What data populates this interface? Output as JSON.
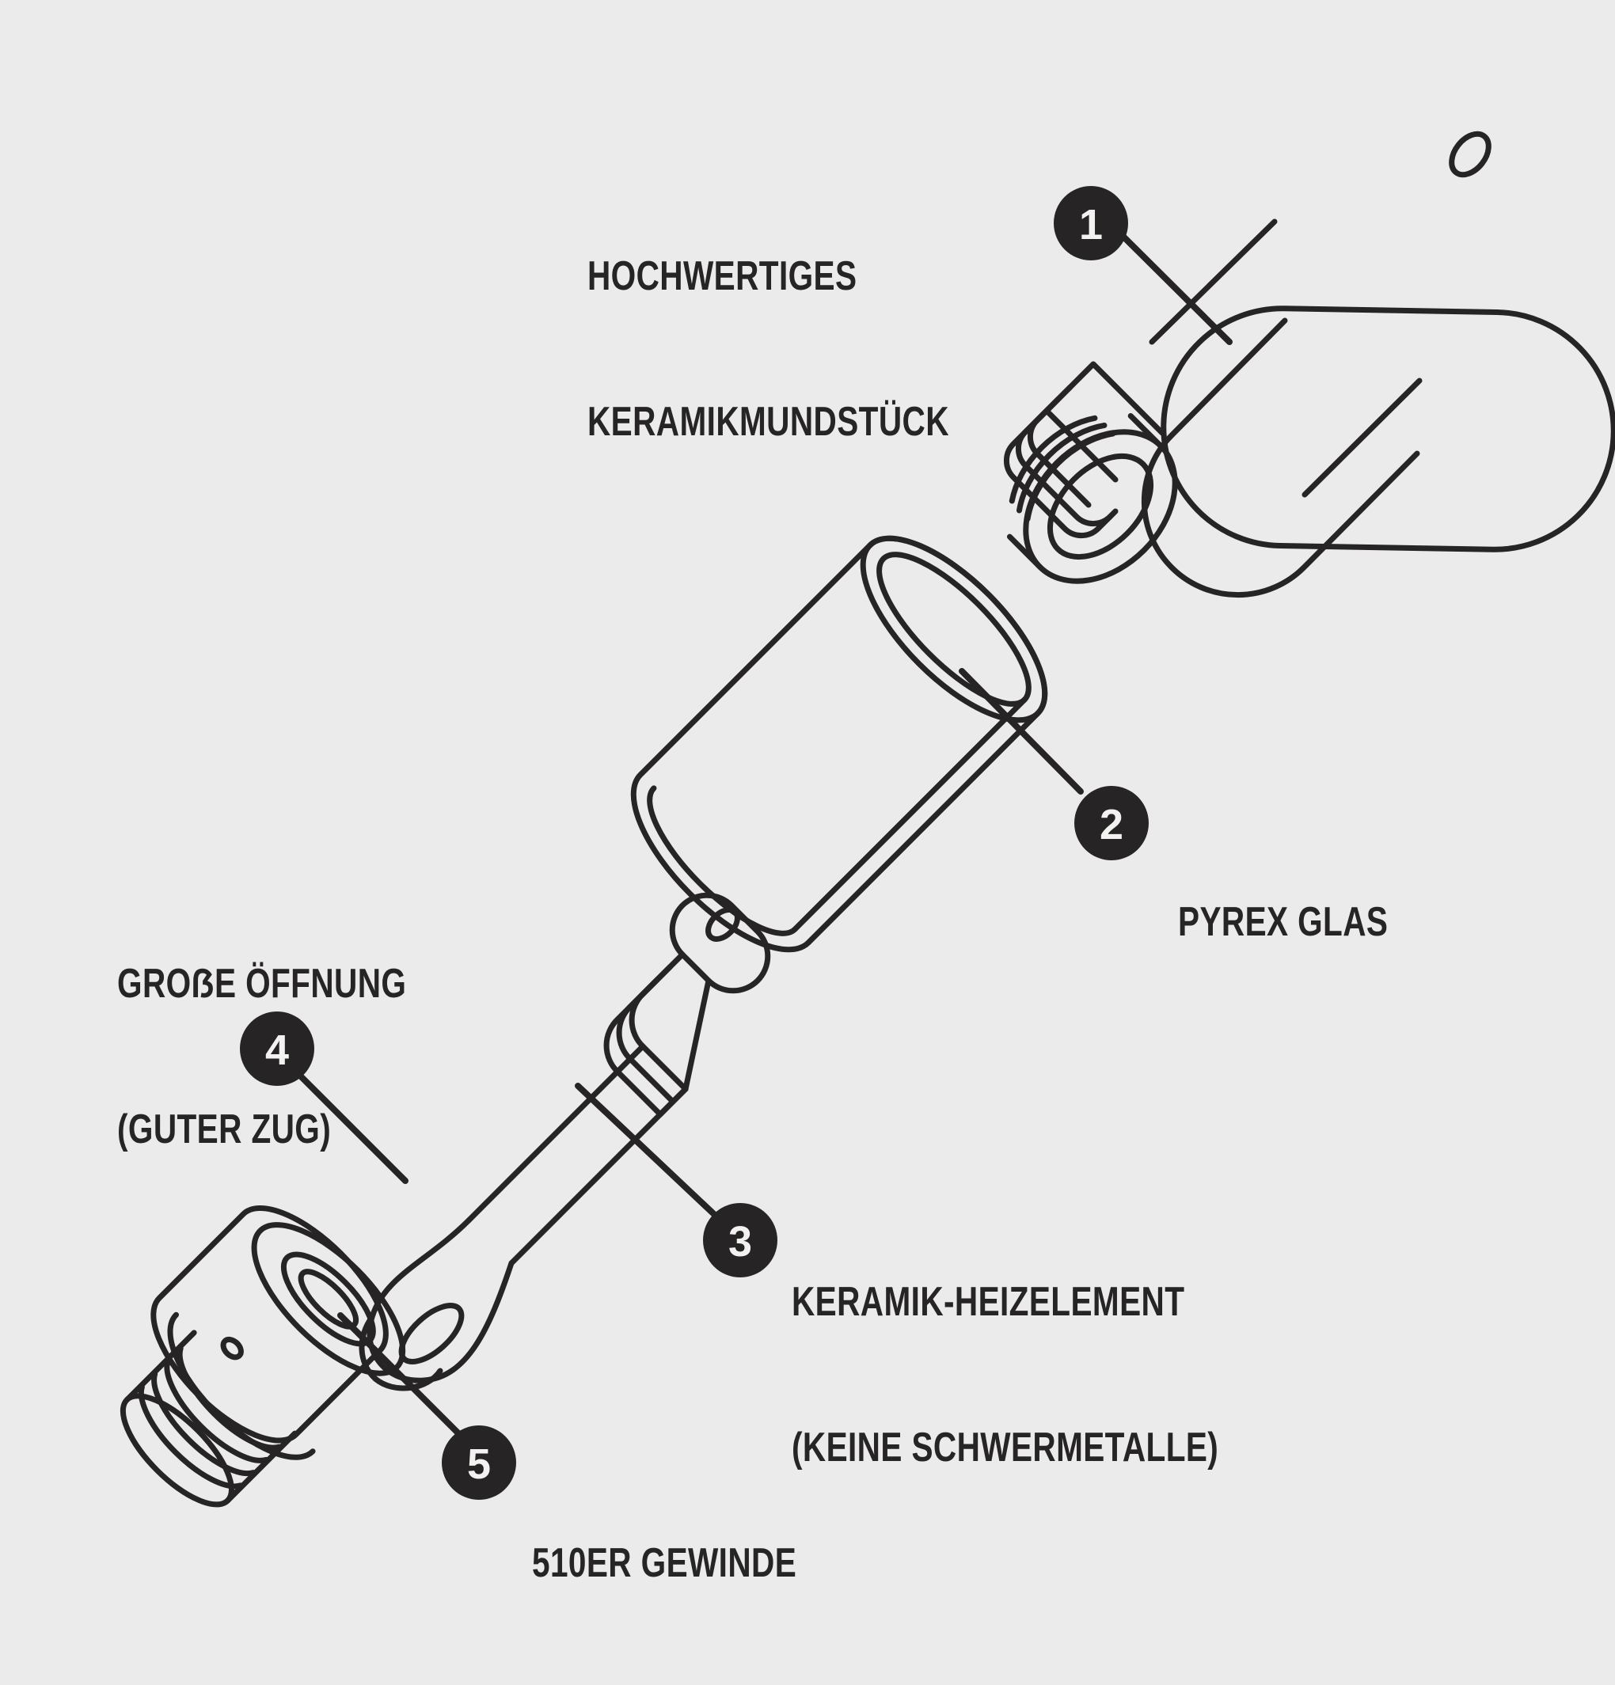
{
  "diagram": {
    "title": "Exploded view of a ceramic vaporizer cartridge",
    "background_color": "#ebebeb",
    "ink_color": "#262424",
    "badge_fill": "#262424",
    "badge_text_color": "#f2f2f0"
  },
  "callouts": [
    {
      "number": "1",
      "label_line1": "HOCHWERTIGES",
      "label_line2": "KERAMIKMUNDSTÜCK",
      "part": "mouthpiece"
    },
    {
      "number": "2",
      "label_line1": "PYREX GLAS",
      "label_line2": "",
      "part": "glass-tube"
    },
    {
      "number": "3",
      "label_line1": "KERAMIK-HEIZELEMENT",
      "label_line2": "(KEINE SCHWERMETALLE)",
      "part": "heating-element"
    },
    {
      "number": "4",
      "label_line1": "GROẞE ÖFFNUNG",
      "label_line2": "(GUTER ZUG)",
      "part": "airflow-opening"
    },
    {
      "number": "5",
      "label_line1": "510ER GEWINDE",
      "label_line2": "",
      "part": "threading"
    }
  ]
}
